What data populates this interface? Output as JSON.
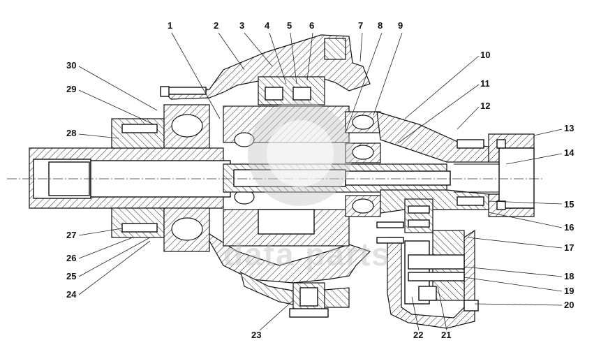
{
  "drawing": {
    "title": "Gearbox assembly cross-section",
    "watermark_text": "data parts",
    "line_color": "#111111",
    "background": "#ffffff"
  },
  "callouts": [
    {
      "id": "1",
      "label": "1"
    },
    {
      "id": "2",
      "label": "2"
    },
    {
      "id": "3",
      "label": "3"
    },
    {
      "id": "4",
      "label": "4"
    },
    {
      "id": "5",
      "label": "5"
    },
    {
      "id": "6",
      "label": "6"
    },
    {
      "id": "7",
      "label": "7"
    },
    {
      "id": "8",
      "label": "8"
    },
    {
      "id": "9",
      "label": "9"
    },
    {
      "id": "10",
      "label": "10"
    },
    {
      "id": "11",
      "label": "11"
    },
    {
      "id": "12",
      "label": "12"
    },
    {
      "id": "13",
      "label": "13"
    },
    {
      "id": "14",
      "label": "14"
    },
    {
      "id": "15",
      "label": "15"
    },
    {
      "id": "16",
      "label": "16"
    },
    {
      "id": "17",
      "label": "17"
    },
    {
      "id": "18",
      "label": "18"
    },
    {
      "id": "19",
      "label": "19"
    },
    {
      "id": "20",
      "label": "20"
    },
    {
      "id": "21",
      "label": "21"
    },
    {
      "id": "22",
      "label": "22"
    },
    {
      "id": "23",
      "label": "23"
    },
    {
      "id": "24",
      "label": "24"
    },
    {
      "id": "25",
      "label": "25"
    },
    {
      "id": "26",
      "label": "26"
    },
    {
      "id": "27",
      "label": "27"
    },
    {
      "id": "28",
      "label": "28"
    },
    {
      "id": "29",
      "label": "29"
    },
    {
      "id": "30",
      "label": "30"
    }
  ]
}
